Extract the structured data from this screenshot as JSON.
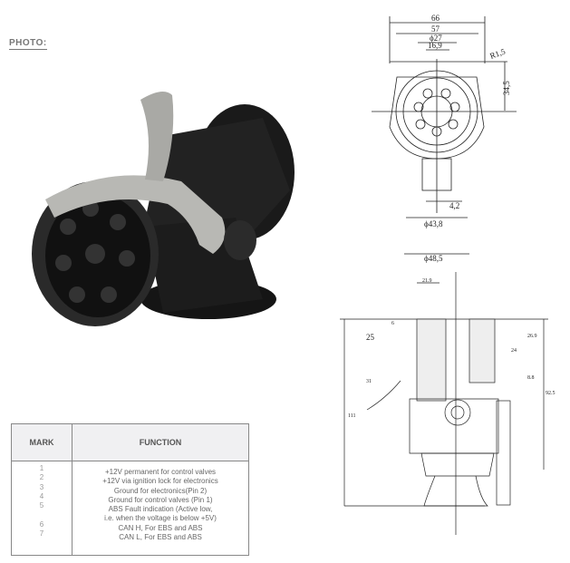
{
  "photo_label": "PHOTO:",
  "front_view": {
    "dims": [
      "66",
      "57",
      "ϕ27",
      "16,9",
      "R1,5",
      "34,5",
      "4,2",
      "ϕ43,8",
      "ϕ48,5"
    ]
  },
  "side_view": {
    "dims": [
      "21.9",
      "6",
      "25",
      "31",
      "111",
      "26.9",
      "24",
      "8.8",
      "92.5"
    ]
  },
  "table": {
    "headers": {
      "mark": "MARK",
      "function": "FUNCTION"
    },
    "marks": [
      "1",
      "2",
      "3",
      "4",
      "5",
      "",
      "6",
      "7"
    ],
    "functions": [
      "+12V permanent for control valves",
      "+12V via ignition lock for electronics",
      "Ground for electronics(Pin 2)",
      "Ground for control valves (Pin 1)",
      "ABS Fault indication (Active low,",
      "i.e. when the voltage is below +5V)",
      "CAN H, For EBS and ABS",
      "CAN L, For EBS and ABS"
    ]
  }
}
